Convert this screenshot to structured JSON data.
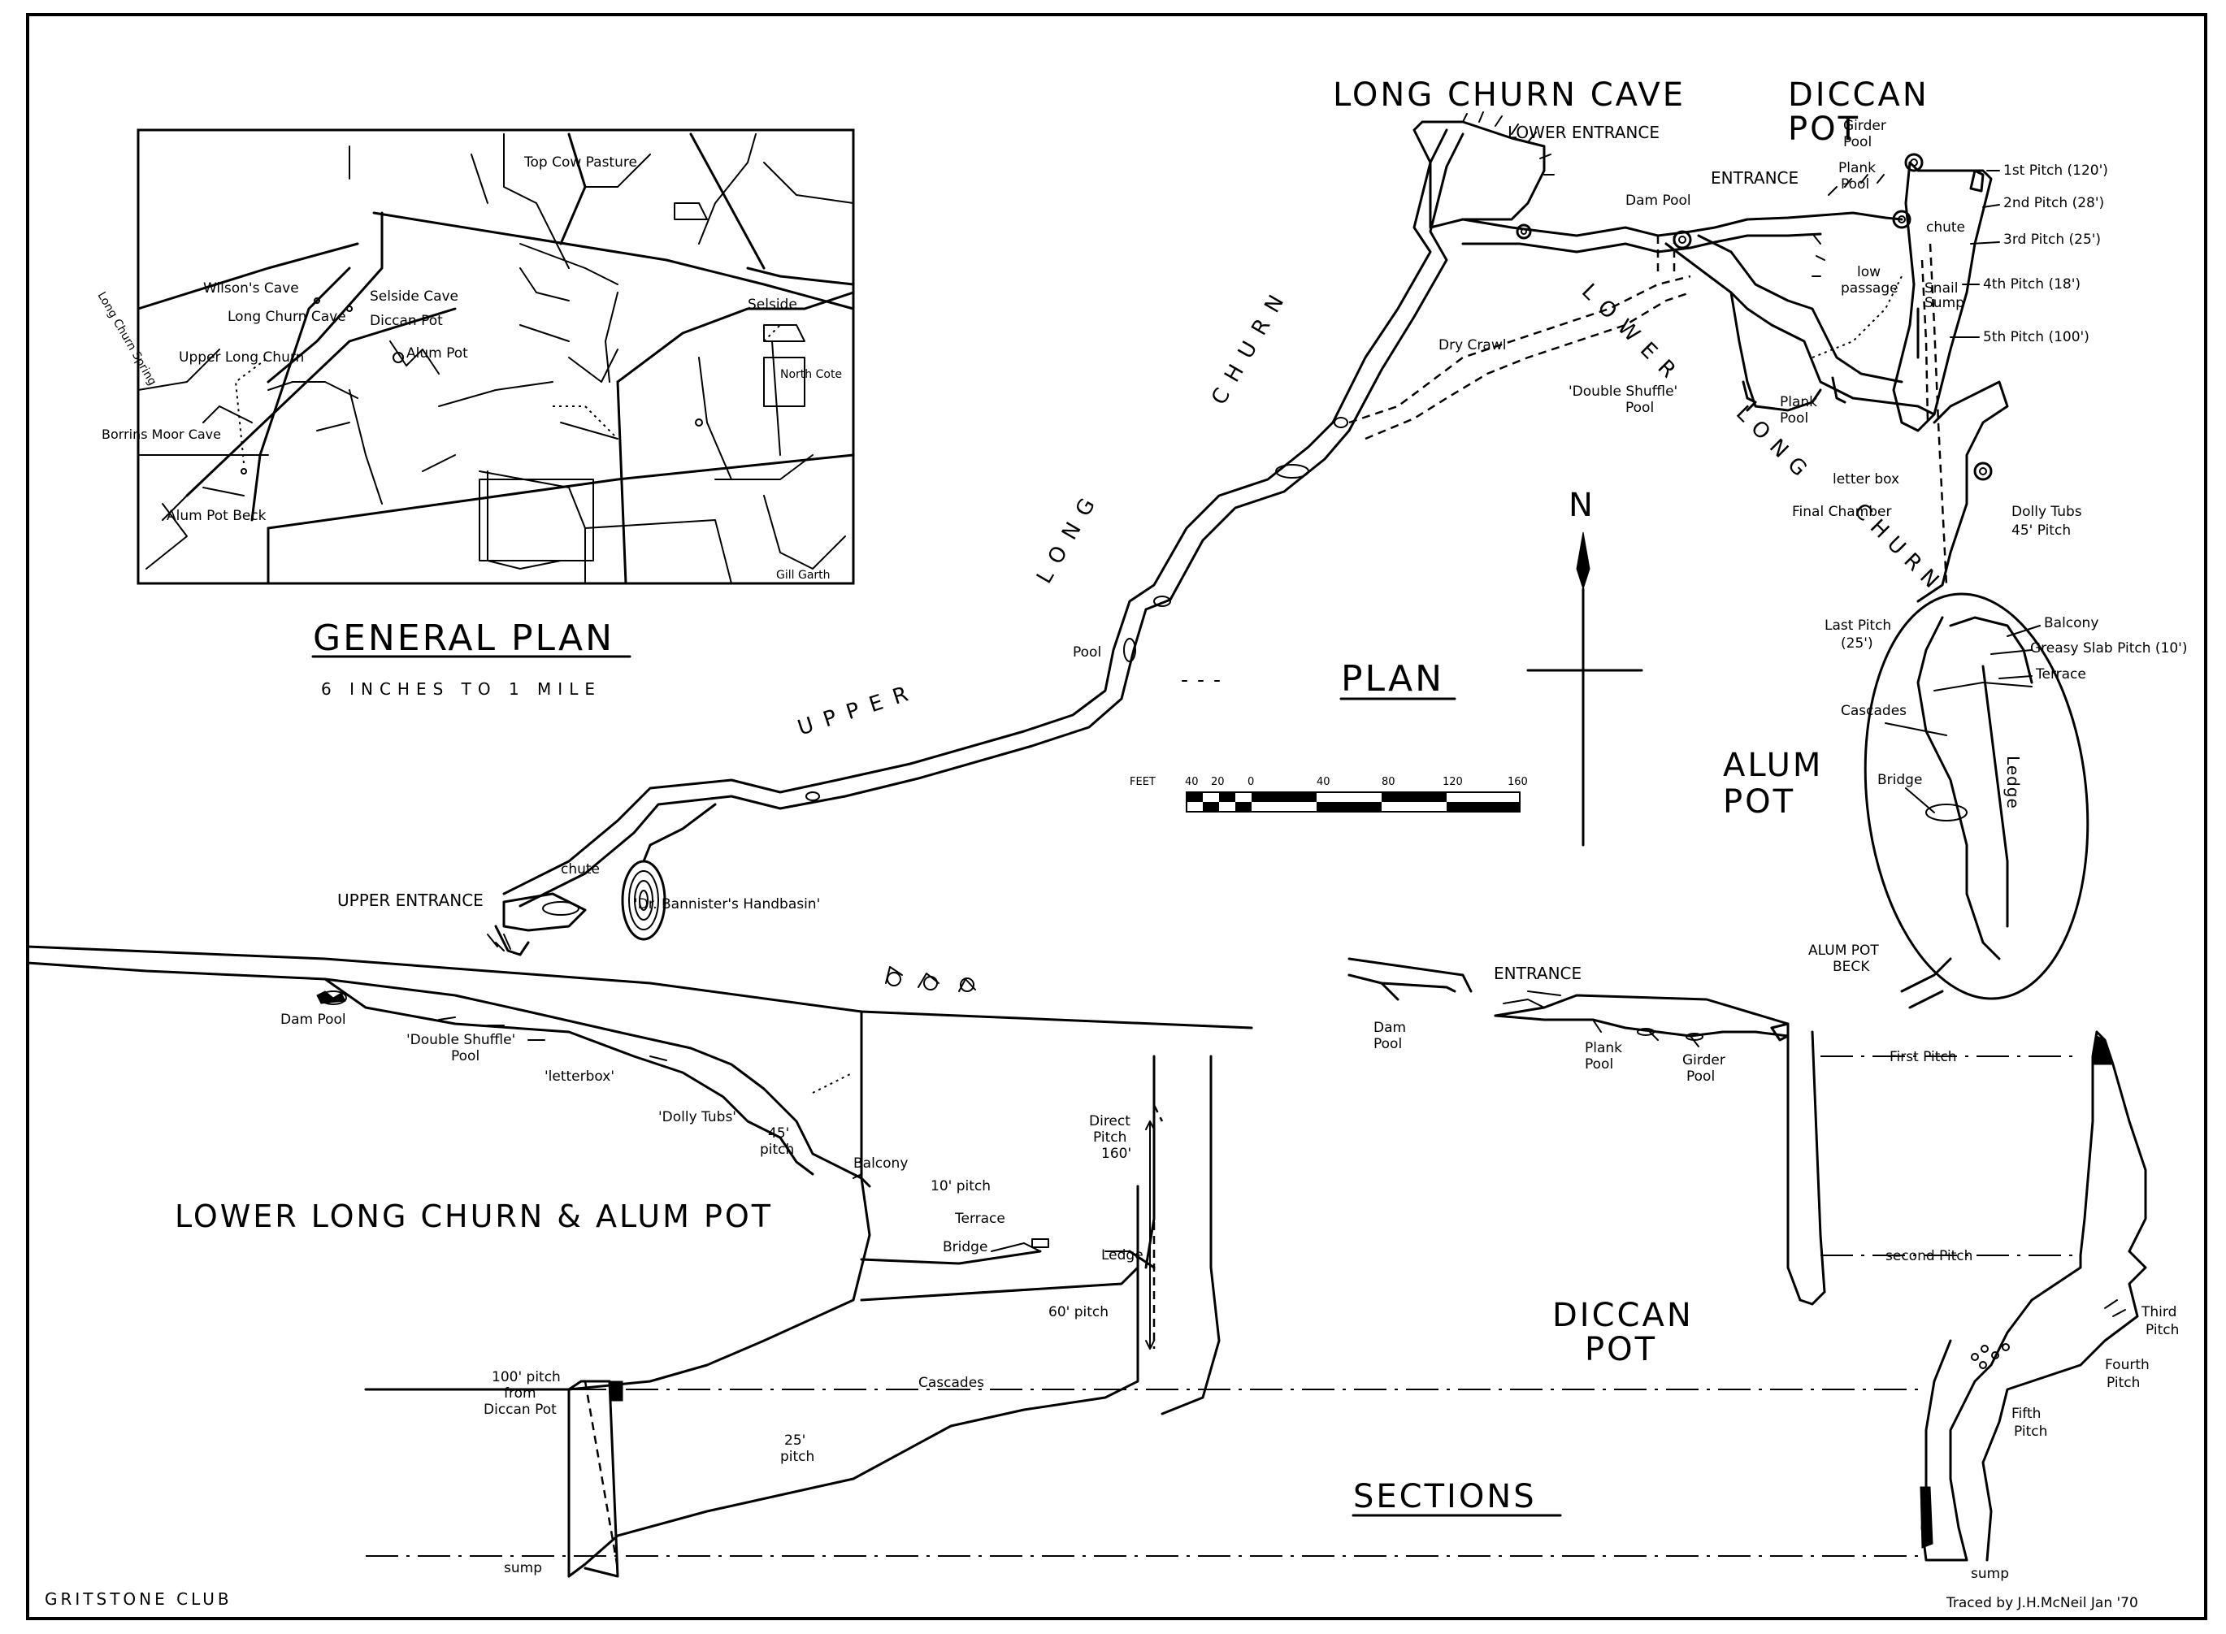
{
  "plan_title": "PLAN",
  "sections_title": "SECTIONS",
  "general_plan": {
    "title": "GENERAL PLAN",
    "scale": "6 INCHES TO 1 MILE",
    "labels": [
      "Top Cow Pasture",
      "Wilson's Cave",
      "Selside Cave",
      "Long Churn Cave",
      "Diccan Pot",
      "Alum Pot",
      "Selside",
      "Upper Long Churn",
      "Borrins Moor Cave",
      "Alum Pot Beck",
      "North Cote",
      "Gill Garth",
      "Long Churn Spring"
    ]
  },
  "plan": {
    "heading_long_churn": "LONG CHURN CAVE",
    "heading_diccan_1": "DICCAN",
    "heading_diccan_2": "POT",
    "heading_alum_1": "ALUM",
    "heading_alum_2": "POT",
    "upper_long_churn": [
      "UPPER",
      "LONG",
      "CHURN"
    ],
    "lower_long_churn": [
      "LOWER",
      "LONG",
      "CHURN"
    ],
    "labels": {
      "lower_entrance": "LOWER ENTRANCE",
      "entrance": "ENTRANCE",
      "dam_pool": "Dam Pool",
      "dry_crawl": "Dry Crawl",
      "double_shuffle_pool_1": "'Double Shuffle'",
      "double_shuffle_pool_2": "Pool",
      "plank_pool_a_1": "Plank",
      "plank_pool_a_2": "Pool",
      "plank_pool_b_1": "Plank",
      "plank_pool_b_2": "Pool",
      "girder_pool_1": "Girder",
      "girder_pool_2": "Pool",
      "chute": "chute",
      "low_passage_1": "low",
      "low_passage_2": "passage",
      "snail_sump_1": "Snail",
      "snail_sump_2": "Sump",
      "letterbox": "letter box",
      "final_chamber": "Final Chamber",
      "dolly_tubs_1": "Dolly Tubs",
      "dolly_tubs_2": "45' Pitch",
      "last_pitch_1": "Last Pitch",
      "last_pitch_2": "(25')",
      "balcony": "Balcony",
      "greasy_slab": "Greasy Slab Pitch (10')",
      "terrace": "Terrace",
      "cascades": "Cascades",
      "bridge": "Bridge",
      "ledge": "Ledge",
      "alum_pot_beck_1": "ALUM POT",
      "alum_pot_beck_2": "BECK",
      "pool": "Pool",
      "upper_entrance": "UPPER ENTRANCE",
      "chute_upper": "chute",
      "handbasin": "'Dr. Bannister's Handbasin'"
    },
    "pitches": [
      "1st Pitch (120')",
      "2nd Pitch (28')",
      "3rd Pitch (25')",
      "4th Pitch (18')",
      "5th Pitch (100')"
    ],
    "north": "N",
    "scale_bar": {
      "unit": "FEET",
      "ticks": [
        "40",
        "20",
        "0",
        "40",
        "80",
        "120",
        "160"
      ]
    }
  },
  "section_lower": {
    "title": "LOWER LONG CHURN & ALUM POT",
    "labels": {
      "dam_pool": "Dam Pool",
      "double_shuffle_1": "'Double Shuffle'",
      "double_shuffle_2": "Pool",
      "letterbox": "'letterbox'",
      "dolly_tubs": "'Dolly Tubs'",
      "pitch45_1": "45'",
      "pitch45_2": "pitch",
      "balcony": "Balcony",
      "pitch10": "10' pitch",
      "terrace": "Terrace",
      "bridge": "Bridge",
      "ledge": "Ledge",
      "direct_pitch_1": "Direct",
      "direct_pitch_2": "Pitch",
      "direct_pitch_3": "160'",
      "pitch60": "60' pitch",
      "cascades": "Cascades",
      "pitch25_1": "25'",
      "pitch25_2": "pitch",
      "pitch100_1": "100' pitch",
      "pitch100_2": "from",
      "pitch100_3": "Diccan Pot",
      "sump": "sump"
    }
  },
  "section_diccan": {
    "title_1": "DICCAN",
    "title_2": "POT",
    "labels": {
      "entrance": "ENTRANCE",
      "dam_pool_1": "Dam",
      "dam_pool_2": "Pool",
      "plank_pool_1": "Plank",
      "plank_pool_2": "Pool",
      "girder_pool_1": "Girder",
      "girder_pool_2": "Pool",
      "first_pitch": "First Pitch",
      "second_pitch": "second Pitch",
      "third_pitch_1": "Third",
      "third_pitch_2": "Pitch",
      "fourth_pitch_1": "Fourth",
      "fourth_pitch_2": "Pitch",
      "fifth_pitch_1": "Fifth",
      "fifth_pitch_2": "Pitch",
      "sump": "sump"
    }
  },
  "footer": {
    "club": "GRITSTONE CLUB",
    "credit": "Traced by J.H.McNeil Jan '70"
  }
}
